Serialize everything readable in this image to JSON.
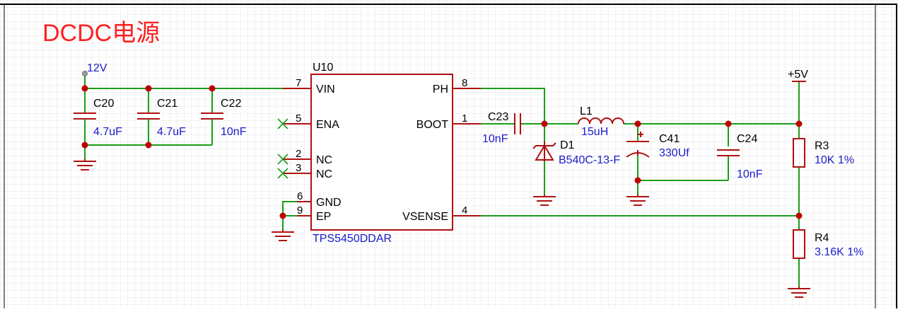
{
  "title": "DCDC电源",
  "ic": {
    "ref": "U10",
    "part": "TPS5450DDAR",
    "pins": {
      "vin": {
        "num": "7",
        "name": "VIN"
      },
      "ena": {
        "num": "5",
        "name": "ENA"
      },
      "nc1": {
        "num": "2",
        "name": "NC"
      },
      "nc2": {
        "num": "3",
        "name": "NC"
      },
      "gnd": {
        "num": "6",
        "name": "GND"
      },
      "ep": {
        "num": "9",
        "name": "EP"
      },
      "ph": {
        "num": "8",
        "name": "PH"
      },
      "boot": {
        "num": "1",
        "name": "BOOT"
      },
      "vsense": {
        "num": "4",
        "name": "VSENSE"
      }
    }
  },
  "power": {
    "input": "12V",
    "output": "+5V"
  },
  "components": {
    "c20": {
      "ref": "C20",
      "value": "4.7uF"
    },
    "c21": {
      "ref": "C21",
      "value": "4.7uF"
    },
    "c22": {
      "ref": "C22",
      "value": "10nF"
    },
    "c23": {
      "ref": "C23",
      "value": "10nF"
    },
    "d1": {
      "ref": "D1",
      "value": "B540C-13-F"
    },
    "l1": {
      "ref": "L1",
      "value": "15uH"
    },
    "c41": {
      "ref": "C41",
      "value": "330Uf"
    },
    "c24": {
      "ref": "C24",
      "value": "10nF"
    },
    "r3": {
      "ref": "R3",
      "value": "10K 1%"
    },
    "r4": {
      "ref": "R4",
      "value": "3.16K 1%"
    }
  },
  "colors": {
    "wire": "#1a9e1a",
    "component": "#b01010",
    "junction": "#c00000",
    "label": "#1a1acc",
    "title": "#ff2020",
    "grid": "#e4e4e4",
    "no_connect": "#1a9e1a"
  }
}
